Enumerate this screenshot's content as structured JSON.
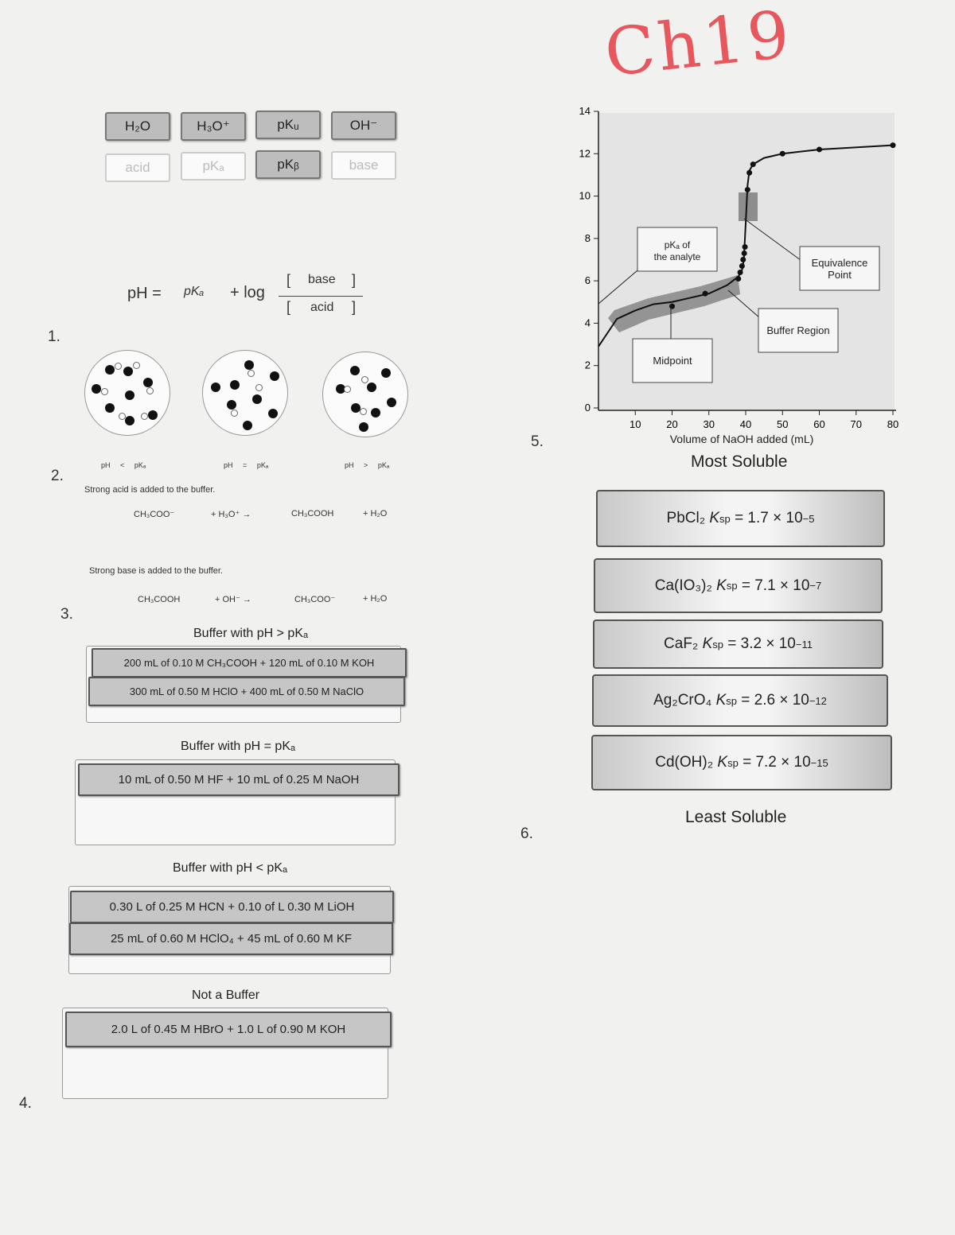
{
  "header": {
    "title": "Ch19"
  },
  "question_numbers": [
    "1.",
    "2.",
    "3.",
    "4.",
    "5.",
    "6."
  ],
  "q1": {
    "chips_top": [
      "H₂O",
      "H₃O⁺",
      "pKᵤ",
      "OH⁻"
    ],
    "chips_bottom": [
      "acid",
      "pKₐ",
      "pKᵦ",
      "base"
    ],
    "equation": {
      "lhs": "pH =",
      "pka": "pKₐ",
      "log": "+ log",
      "numerator": "base",
      "denominator": "acid",
      "lbr": "[",
      "rbr": "]"
    }
  },
  "q2": {
    "labels": [
      {
        "left": "pH",
        "op": "<",
        "right": "pKₐ"
      },
      {
        "left": "pH",
        "op": "=",
        "right": "pKₐ"
      },
      {
        "left": "pH",
        "op": ">",
        "right": "pKₐ"
      }
    ]
  },
  "q3": {
    "acid_heading": "Strong acid is added to the buffer.",
    "acid_reaction": [
      "CH₃COO⁻",
      "+ H₃O⁺ →",
      "CH₃COOH",
      "+ H₂O"
    ],
    "base_heading": "Strong base is added to the buffer.",
    "base_reaction": [
      "CH₃COOH",
      "+ OH⁻ →",
      "CH₃COO⁻",
      "+ H₂O"
    ]
  },
  "q4": {
    "categories": [
      {
        "label": "Buffer with pH > pKₐ",
        "items": [
          "200 mL of 0.10 M CH₃COOH + 120 mL of 0.10 M KOH",
          "300 mL of 0.50 M HClO + 400 mL of 0.50 M NaClO"
        ]
      },
      {
        "label": "Buffer with pH = pKₐ",
        "items": [
          "10 mL of 0.50 M HF + 10 mL of 0.25 M NaOH"
        ]
      },
      {
        "label": "Buffer with pH < pKₐ",
        "items": [
          "0.30 L of 0.25 M HCN + 0.10 of L 0.30 M LiOH",
          "25 mL of 0.60 M HClO₄ + 45 mL of 0.60 M KF"
        ]
      },
      {
        "label": "Not a Buffer",
        "items": [
          "2.0 L of 0.45 M HBrO + 1.0 L of 0.90 M KOH"
        ]
      }
    ]
  },
  "chart_data": {
    "type": "line",
    "xlabel": "Volume of NaOH added (mL)",
    "ylabel": "",
    "xlim": [
      0,
      80
    ],
    "ylim": [
      0,
      14
    ],
    "xticks": [
      10,
      20,
      30,
      40,
      50,
      60,
      70,
      80
    ],
    "yticks": [
      0,
      2,
      4,
      6,
      8,
      10,
      12,
      14
    ],
    "series": [
      {
        "x": [
          0,
          5,
          10,
          15,
          20,
          25,
          30,
          35,
          38,
          39,
          39.5,
          40,
          40.5,
          41,
          42,
          45,
          50,
          60,
          80
        ],
        "y": [
          2.9,
          4.2,
          4.6,
          4.9,
          5.0,
          5.2,
          5.4,
          5.8,
          6.2,
          6.5,
          7.0,
          8.7,
          10.5,
          11.2,
          11.5,
          11.8,
          12.0,
          12.2,
          12.4
        ]
      }
    ],
    "markers": [
      {
        "x": 20,
        "y": 4.8
      },
      {
        "x": 29,
        "y": 5.4
      },
      {
        "x": 38,
        "y": 6.1
      },
      {
        "x": 38.5,
        "y": 6.4
      },
      {
        "x": 39,
        "y": 6.7
      },
      {
        "x": 39.3,
        "y": 7.0
      },
      {
        "x": 39.6,
        "y": 7.3
      },
      {
        "x": 39.8,
        "y": 7.6
      },
      {
        "x": 40.5,
        "y": 10.3
      },
      {
        "x": 41,
        "y": 11.1
      },
      {
        "x": 42,
        "y": 11.5
      },
      {
        "x": 50,
        "y": 12.0
      },
      {
        "x": 60,
        "y": 12.2
      },
      {
        "x": 80,
        "y": 12.4
      }
    ],
    "labels": {
      "pka": "pKₐ of the analyte",
      "equivalence": "Equivalence Point",
      "buffer": "Buffer Region",
      "midpoint": "Midpoint"
    }
  },
  "q6": {
    "top_label": "Most Soluble",
    "bottom_label": "Least Soluble",
    "items": [
      {
        "compound": "PbCl₂",
        "ksp_label": "K",
        "ksp_sub": "sp",
        "value": "= 1.7 × 10",
        "exp": "−5"
      },
      {
        "compound": "Ca(IO₃)₂",
        "ksp_label": "K",
        "ksp_sub": "sp",
        "value": "= 7.1 × 10",
        "exp": "−7"
      },
      {
        "compound": "CaF₂",
        "ksp_label": "K",
        "ksp_sub": "sp",
        "value": "= 3.2 × 10",
        "exp": "−11"
      },
      {
        "compound": "Ag₂CrO₄",
        "ksp_label": "K",
        "ksp_sub": "sp",
        "value": "= 2.6 × 10",
        "exp": "−12"
      },
      {
        "compound": "Cd(OH)₂",
        "ksp_label": "K",
        "ksp_sub": "sp",
        "value": "= 7.2 × 10",
        "exp": "−15"
      }
    ]
  }
}
